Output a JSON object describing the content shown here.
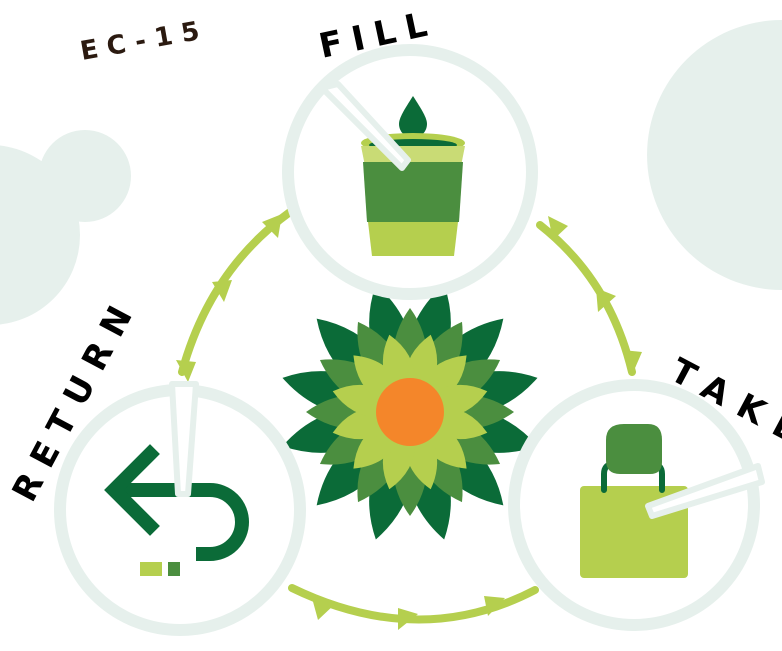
{
  "code": "EC-15",
  "steps": {
    "fill": "FILL",
    "take": "TAKE",
    "return": "RETURN"
  },
  "colors": {
    "dark_green": "#0b6b38",
    "mid_green": "#4b8e3f",
    "light_green": "#b5cf4e",
    "lime_light": "#c9db75",
    "pale_circle": "#e6f0ec",
    "orange_center": "#f4862a",
    "text_dark": "#2b1a10",
    "text_black": "#000000"
  },
  "icons": {
    "fill": "cup-with-droplet-icon",
    "take": "shopping-bag-hand-icon",
    "return": "return-arrow-icon",
    "center": "flower-mandala-icon"
  }
}
